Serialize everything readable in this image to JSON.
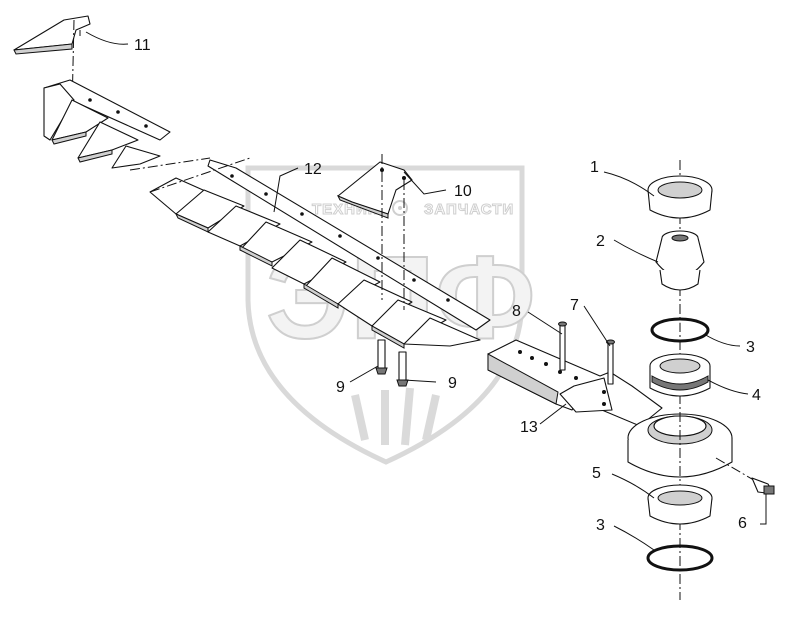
{
  "watermark": {
    "brand_left": "ТЕХНИКА",
    "brand_right": "ЗАПЧАСТИ",
    "monogram": "ЭПФ"
  },
  "callouts": [
    {
      "id": "11",
      "label": "11"
    },
    {
      "id": "12",
      "label": "12"
    },
    {
      "id": "10",
      "label": "10"
    },
    {
      "id": "1",
      "label": "1"
    },
    {
      "id": "2",
      "label": "2"
    },
    {
      "id": "3a",
      "label": "3"
    },
    {
      "id": "4",
      "label": "4"
    },
    {
      "id": "8",
      "label": "8"
    },
    {
      "id": "7",
      "label": "7"
    },
    {
      "id": "9a",
      "label": "9"
    },
    {
      "id": "9b",
      "label": "9"
    },
    {
      "id": "13",
      "label": "13"
    },
    {
      "id": "5",
      "label": "5"
    },
    {
      "id": "3b",
      "label": "3"
    },
    {
      "id": "6",
      "label": "6"
    }
  ]
}
